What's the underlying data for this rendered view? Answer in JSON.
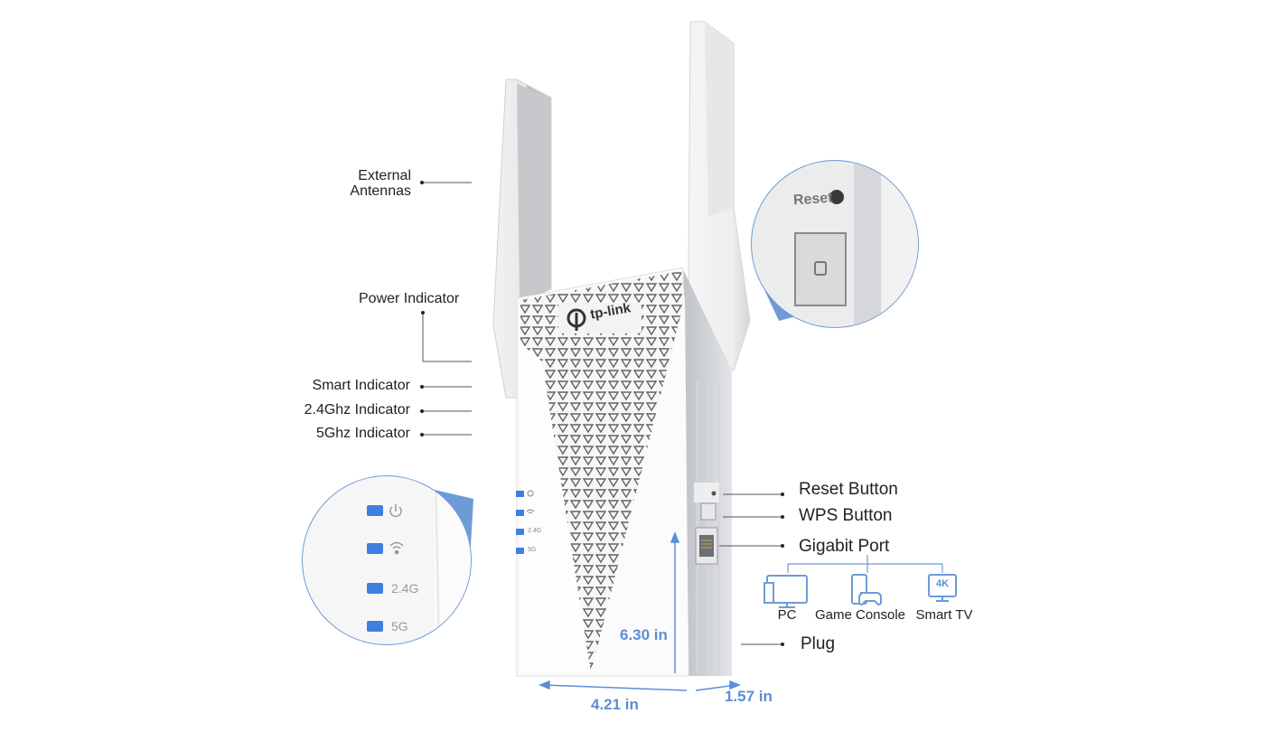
{
  "brand": {
    "logo_text": "tp-link"
  },
  "callouts": {
    "external_antennas": [
      "External",
      "Antennas"
    ],
    "power_indicator": "Power Indicator",
    "smart_indicator": "Smart Indicator",
    "ghz24_indicator": "2.4Ghz Indicator",
    "ghz5_indicator": "5Ghz Indicator",
    "reset_button": "Reset Button",
    "wps_button": "WPS Button",
    "gigabit_port": "Gigabit Port",
    "plug": "Plug"
  },
  "devices": [
    {
      "label": "PC",
      "icon": "pc-monitor-icon"
    },
    {
      "label": "Game Console",
      "icon": "game-console-icon"
    },
    {
      "label": "Smart TV",
      "icon": "smart-tv-4k-icon",
      "badge": "4K"
    }
  ],
  "dimensions": {
    "height": "6.30 in",
    "width": "4.21 in",
    "depth": "1.57 in"
  },
  "led_labels": {
    "ghz24": "2.4G",
    "ghz5": "5G"
  },
  "zoom_reset_label": "Reset",
  "colors": {
    "accent": "#5b8fd6",
    "led": "#3f7fe0",
    "line": "#6e9bd8"
  }
}
